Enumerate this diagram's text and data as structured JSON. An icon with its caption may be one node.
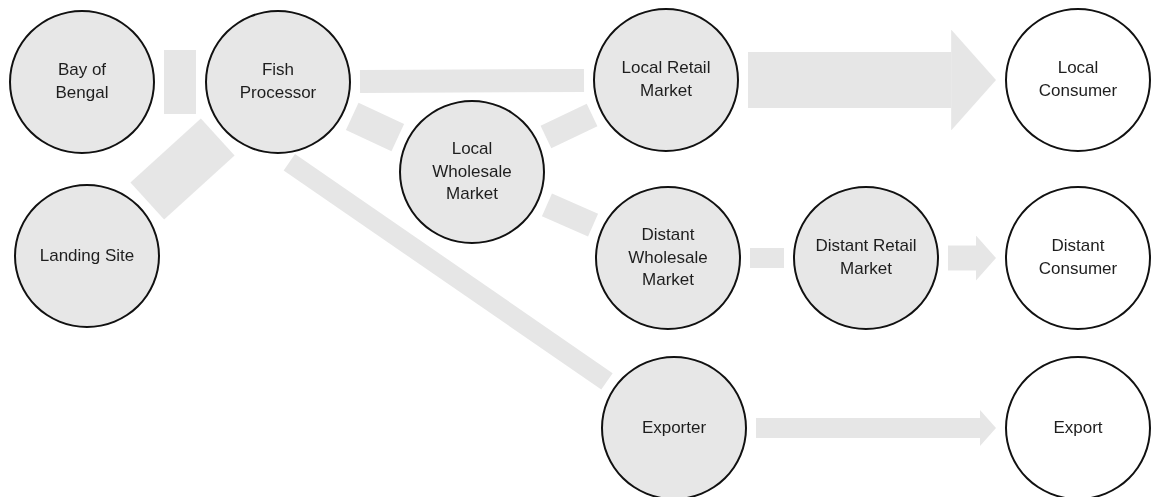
{
  "diagram": {
    "nodes": [
      {
        "text": [
          "Bay of Bengal"
        ]
      },
      {
        "text": [
          "Fish Processor"
        ]
      },
      {
        "text": [
          "Landing Site"
        ]
      },
      {
        "text": [
          "Local Wholesale Market"
        ]
      },
      {
        "text": [
          "Local Retail Market"
        ]
      },
      {
        "text": [
          "Local Consumer"
        ]
      },
      {
        "text": [
          "Distant Wholesale Market"
        ]
      },
      {
        "text": [
          "Distant Retail Market"
        ]
      },
      {
        "text": [
          "Distant Consumer"
        ]
      },
      {
        "text": [
          "Exporter"
        ]
      },
      {
        "text": [
          "Export"
        ]
      }
    ],
    "edges": [
      {
        "from": 0,
        "to": 1,
        "arrow": "none",
        "style": "thick"
      },
      {
        "from": 2,
        "to": 1,
        "arrow": "none",
        "style": "thick"
      },
      {
        "from": 1,
        "to": 4,
        "arrow": "none"
      },
      {
        "from": 1,
        "to": 3,
        "arrow": "none"
      },
      {
        "from": 1,
        "to": 9,
        "arrow": "none"
      },
      {
        "from": 3,
        "to": 4,
        "arrow": "none"
      },
      {
        "from": 3,
        "to": 6,
        "arrow": "none"
      },
      {
        "from": 4,
        "to": 5,
        "arrow": "to",
        "style": "thick"
      },
      {
        "from": 6,
        "to": 7,
        "arrow": "none"
      },
      {
        "from": 7,
        "to": 8,
        "arrow": "to"
      },
      {
        "from": 9,
        "to": 10,
        "arrow": "to"
      }
    ]
  }
}
